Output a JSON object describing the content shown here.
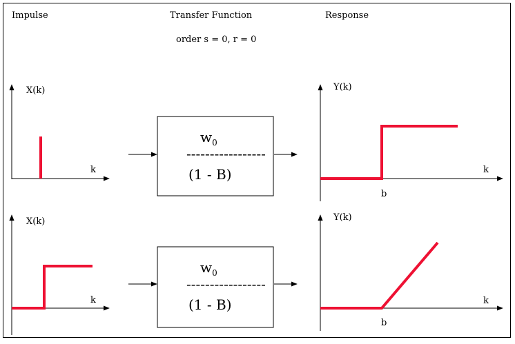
{
  "headers": {
    "impulse": "Impulse",
    "transfer_function": "Transfer Function",
    "order": "order s = 0, r = 0",
    "response": "Response"
  },
  "rows": [
    {
      "input_label": "X(k)",
      "input_x_label": "k",
      "box": {
        "numerator": "w",
        "subscript": "0",
        "dashes": "-----------------",
        "denominator": "(1 - B)"
      },
      "output_label": "Y(k)",
      "output_x_label": "k",
      "output_tick": "b"
    },
    {
      "input_label": "X(k)",
      "input_x_label": "k",
      "box": {
        "numerator": "w",
        "subscript": "0",
        "dashes": "-----------------",
        "denominator": "(1 - B)"
      },
      "output_label": "Y(k)",
      "output_x_label": "k",
      "output_tick": "b"
    }
  ],
  "colors": {
    "signal": "#ee1133",
    "line": "#000000"
  }
}
